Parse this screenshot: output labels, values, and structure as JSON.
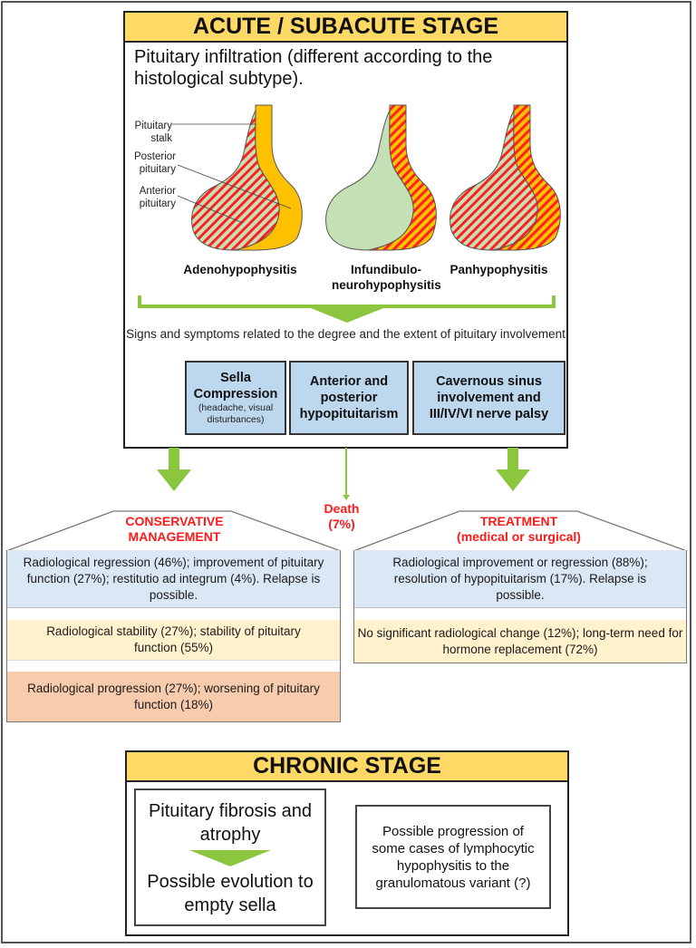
{
  "acute_stage": {
    "title": "ACUTE / SUBACUTE STAGE",
    "intro": "Pituitary infiltration (different according to the histological subtype).",
    "anatomy_labels": {
      "stalk": "Pituitary stalk",
      "posterior": "Posterior pituitary",
      "anterior": "Anterior pituitary"
    },
    "subtypes": [
      {
        "name": "Adenohypophysitis",
        "anterior_fill": "hatched",
        "posterior_fill": "plain"
      },
      {
        "name": "Infundibulo-neurohypophysitis",
        "anterior_fill": "plain",
        "posterior_fill": "hatched"
      },
      {
        "name": "Panhypophysitis",
        "anterior_fill": "hatched",
        "posterior_fill": "hatched"
      }
    ],
    "signs_text": "Signs and symptoms related to the degree and the extent of pituitary involvement",
    "manifestations": [
      {
        "title": "Sella Compression",
        "subtitle": "(headache, visual disturbances)"
      },
      {
        "title": "Anterior and posterior hypopituitarism",
        "subtitle": ""
      },
      {
        "title": "Cavernous sinus involvement and III/IV/VI nerve palsy",
        "subtitle": ""
      }
    ]
  },
  "outcomes": {
    "death": {
      "label": "Death",
      "percent": "(7%)"
    },
    "conservative": {
      "title_line1": "CONSERVATIVE",
      "title_line2": "MANAGEMENT",
      "rows": [
        {
          "tone": "blue",
          "text": "Radiological regression (46%); improvement of pituitary function (27%); restitutio ad integrum (4%). Relapse is possible."
        },
        {
          "tone": "yellow",
          "text": "Radiological stability (27%); stability of pituitary function (55%)"
        },
        {
          "tone": "orange",
          "text": "Radiological progression (27%); worsening of pituitary function (18%)"
        }
      ]
    },
    "treatment": {
      "title_line1": "TREATMENT",
      "title_line2": "(medical or surgical)",
      "rows": [
        {
          "tone": "blue",
          "text": "Radiological improvement or regression (88%); resolution of hypopituitarism (17%). Relapse is possible."
        },
        {
          "tone": "yellow",
          "text": "No significant radiological change (12%); long-term need for hormone replacement (72%)"
        }
      ]
    }
  },
  "chronic_stage": {
    "title": "CHRONIC STAGE",
    "left_top": "Pituitary fibrosis and atrophy",
    "left_bottom": "Possible evolution to empty sella",
    "right": "Possible progression of some cases of lymphocytic hypophysitis to the granulomatous variant (?)"
  },
  "colors": {
    "stage_header": "#ffd966",
    "arrow_green": "#8cc63f",
    "title_red": "#ff1a1a",
    "manifestation_blue": "#bdd7ee",
    "row_blue": "#dae7f5",
    "row_yellow": "#fff2cc",
    "row_orange": "#f8cbad",
    "gland_green": "#c5e0b4",
    "posterior_orange": "#ffc000",
    "hatch_red": "#ff2020"
  }
}
